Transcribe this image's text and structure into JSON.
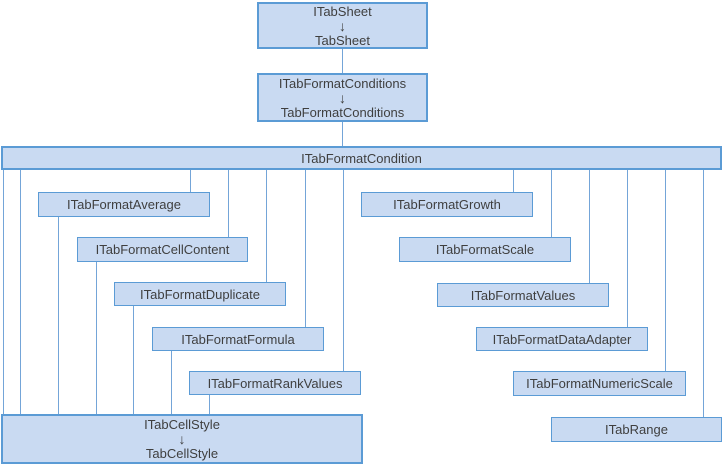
{
  "diagram": {
    "type": "class-hierarchy",
    "colors": {
      "box_fill": "#c9daf2",
      "box_border": "#5b9bd5",
      "connector": "#74a5d8",
      "text": "#3f3f3f",
      "background": "#ffffff"
    },
    "glyphs": {
      "down_arrow": "↓"
    },
    "nodes": {
      "sheet": {
        "interface": "ITabSheet",
        "class": "TabSheet"
      },
      "conditions": {
        "interface": "ITabFormatConditions",
        "class": "TabFormatConditions"
      },
      "condition": {
        "label": "ITabFormatCondition"
      },
      "average": {
        "label": "ITabFormatAverage"
      },
      "cellContent": {
        "label": "ITabFormatCellContent"
      },
      "duplicate": {
        "label": "ITabFormatDuplicate"
      },
      "formula": {
        "label": "ITabFormatFormula"
      },
      "rankValues": {
        "label": "ITabFormatRankValues"
      },
      "growth": {
        "label": "ITabFormatGrowth"
      },
      "scale": {
        "label": "ITabFormatScale"
      },
      "values": {
        "label": "ITabFormatValues"
      },
      "dataAdapter": {
        "label": "ITabFormatDataAdapter"
      },
      "numericScale": {
        "label": "ITabFormatNumericScale"
      },
      "range": {
        "label": "ITabRange"
      },
      "cellStyle": {
        "interface": "ITabCellStyle",
        "class": "TabCellStyle"
      }
    }
  }
}
